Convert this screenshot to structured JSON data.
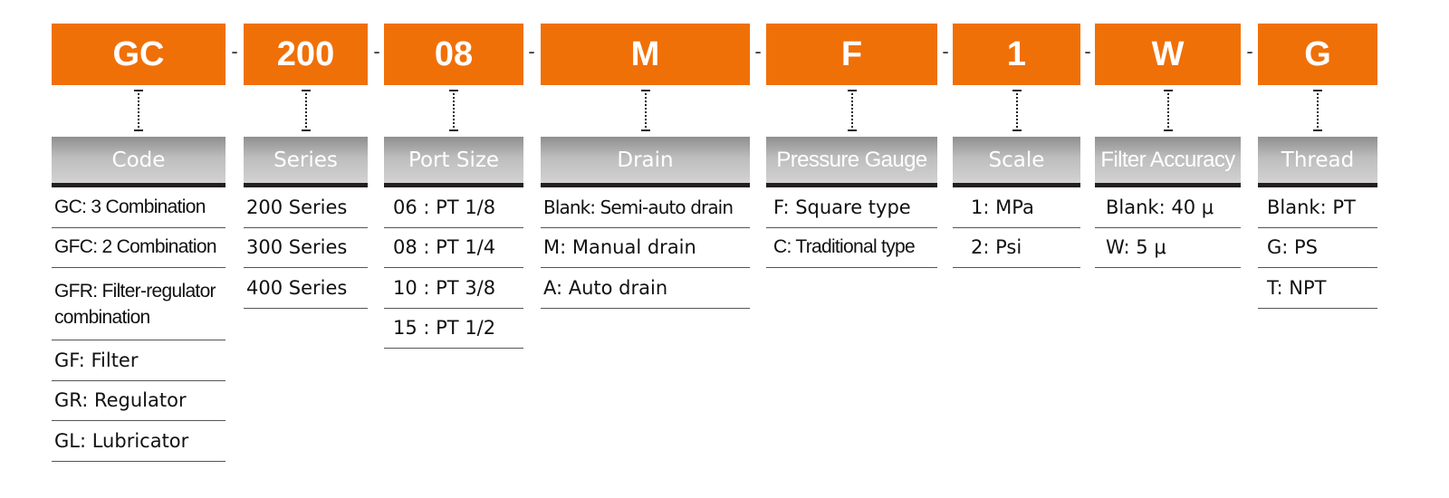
{
  "accent_color": "#f07008",
  "separator": "-",
  "segments": [
    {
      "code": "GC",
      "category": "Code",
      "options": [
        "GC: 3 Combination",
        "GFC: 2 Combination",
        "GFR: Filter-regulator combination",
        "GF: Filter",
        "GR: Regulator",
        "GL: Lubricator"
      ]
    },
    {
      "code": "200",
      "category": "Series",
      "options": [
        "200 Series",
        "300 Series",
        "400 Series"
      ]
    },
    {
      "code": "08",
      "category": "Port Size",
      "options": [
        "06 : PT 1/8",
        "08 : PT 1/4",
        "10 : PT 3/8",
        "15 : PT 1/2"
      ]
    },
    {
      "code": "M",
      "category": "Drain",
      "options": [
        "Blank: Semi-auto drain",
        "M: Manual drain",
        "A: Auto drain"
      ]
    },
    {
      "code": "F",
      "category": "Pressure Gauge",
      "options": [
        "F: Square type",
        "C: Traditional type"
      ]
    },
    {
      "code": "1",
      "category": "Scale",
      "options": [
        "1: MPa",
        "2: Psi"
      ]
    },
    {
      "code": "W",
      "category": "Filter Accuracy",
      "options": [
        "Blank: 40 μ",
        "W: 5 μ"
      ]
    },
    {
      "code": "G",
      "category": "Thread",
      "options": [
        "Blank: PT",
        "G: PS",
        "T: NPT"
      ]
    }
  ]
}
